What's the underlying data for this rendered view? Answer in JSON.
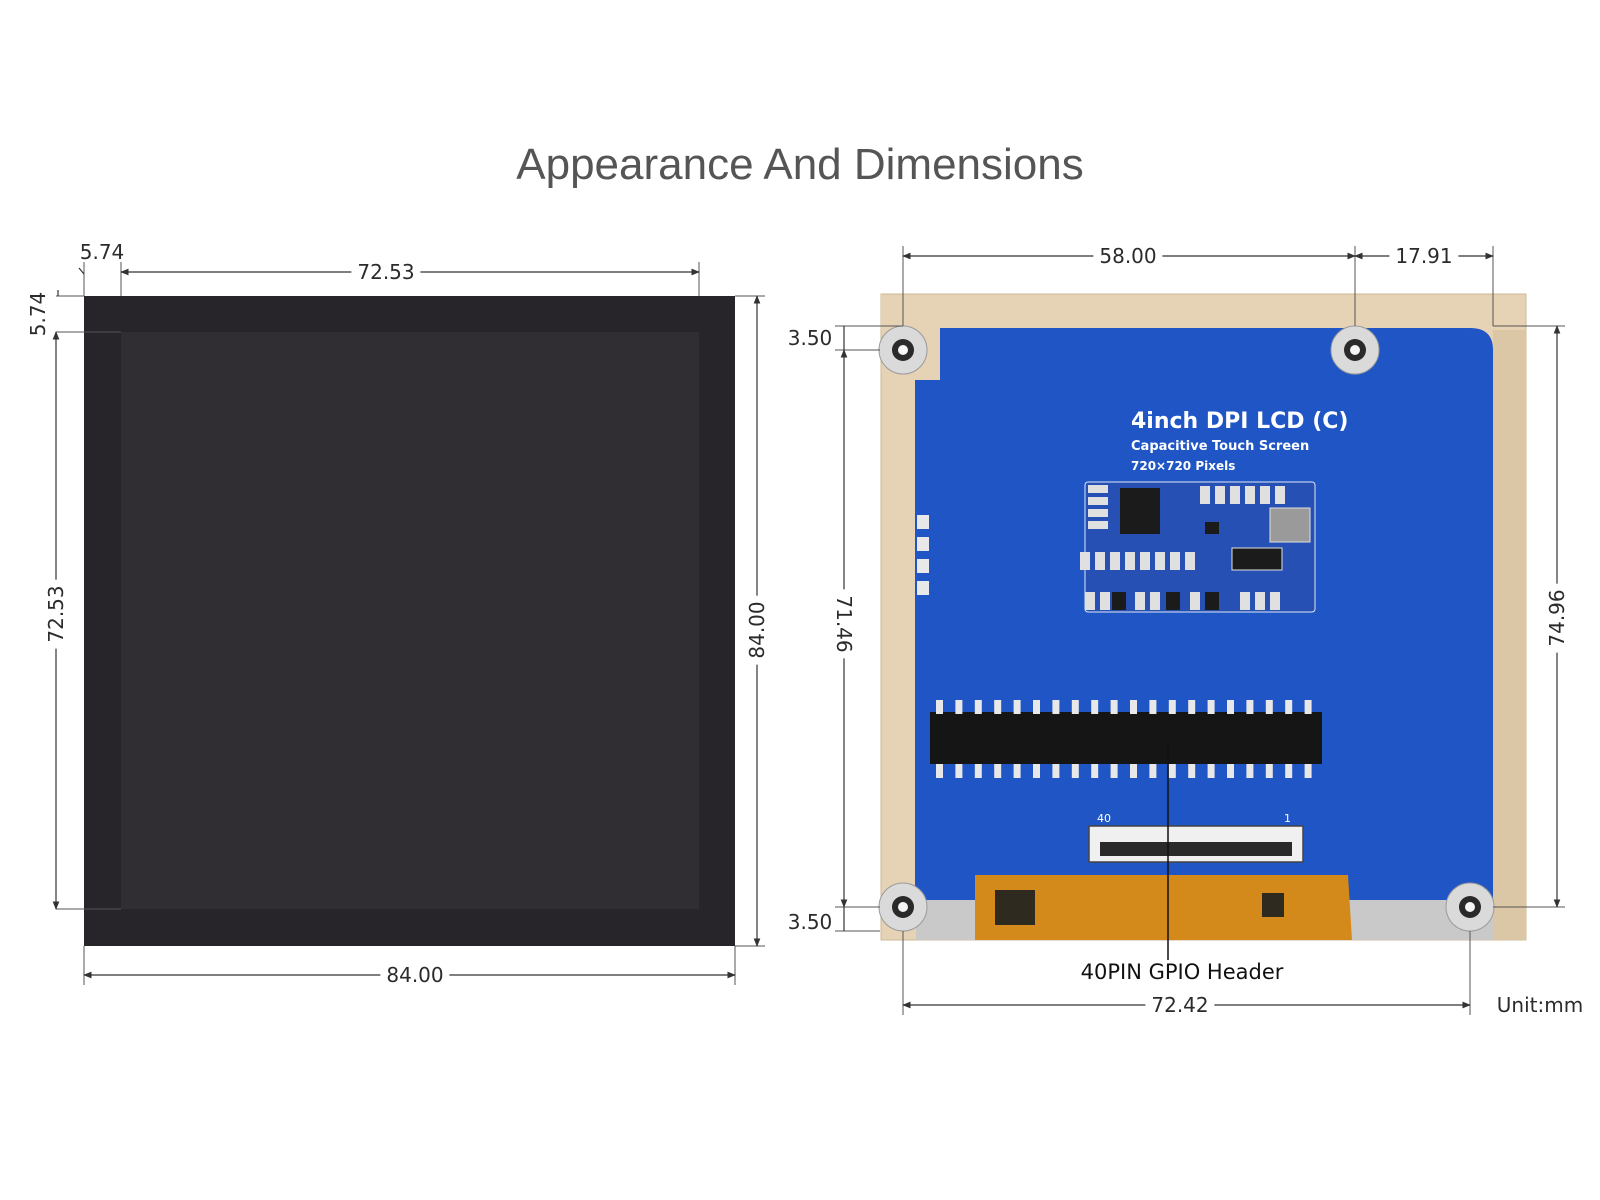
{
  "title": "Appearance And Dimensions",
  "front_view": {
    "dims": {
      "bezel_top": "5.74",
      "bezel_left": "5.74",
      "active_width": "72.53",
      "active_height": "72.53",
      "outer_width": "84.00",
      "outer_height": "84.00"
    }
  },
  "back_view": {
    "pcb_title": "4inch DPI LCD (C)",
    "pcb_subtitle": "Capacitive Touch Screen",
    "pcb_resolution": "720×720 Pixels",
    "header_label": "40PIN GPIO Header",
    "connector_pin_left": "40",
    "connector_pin_right": "1",
    "dims": {
      "hole_span_top": "58.00",
      "hole_to_edge": "17.91",
      "hole_offset_top": "3.50",
      "hole_offset_bottom": "3.50",
      "hole_span_vertical": "71.46",
      "board_height": "74.96",
      "hole_span_bottom": "72.42"
    }
  },
  "unit": "Unit:mm",
  "colors": {
    "bezel": "#27242a",
    "active_area": "#302e33",
    "pcb_blue": "#1f55c4",
    "frame_tan": "#e6d2b5",
    "fpc_orange": "#d38a1a"
  }
}
